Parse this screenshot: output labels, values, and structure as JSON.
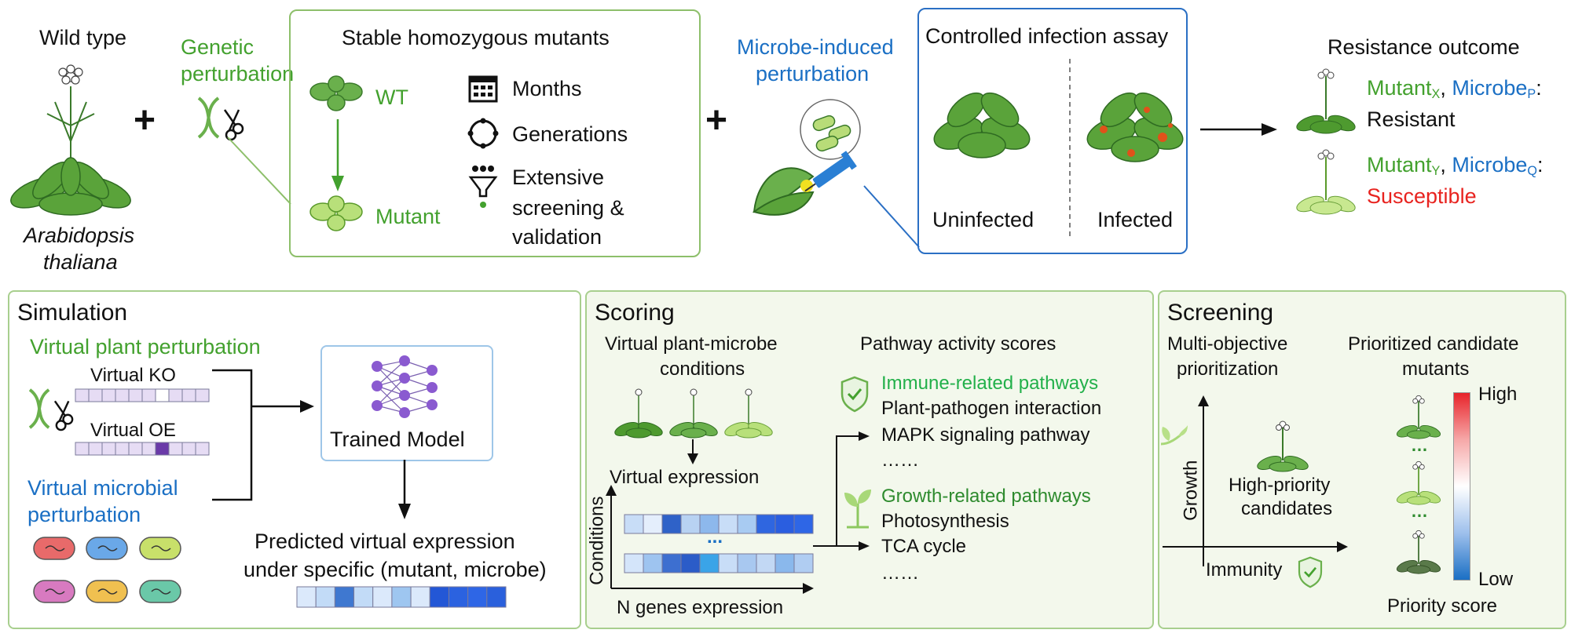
{
  "top": {
    "wild_type": "Wild type",
    "species_line1": "Arabidopsis",
    "species_line2": "thaliana",
    "plus": "+",
    "genetic_line1": "Genetic",
    "genetic_line2": "perturbation",
    "mutants_title": "Stable homozygous mutants",
    "wt_label": "WT",
    "mutant_label": "Mutant",
    "months": "Months",
    "generations": "Generations",
    "extensive_line1": "Extensive",
    "extensive_line2": "screening &",
    "extensive_line3": "validation",
    "microbe_line1": "Microbe-induced",
    "microbe_line2": "perturbation",
    "assay_title": "Controlled infection assay",
    "uninfected": "Uninfected",
    "infected": "Infected",
    "outcome_title": "Resistance outcome",
    "mutant_word": "Mutant",
    "microbe_word": "Microbe",
    "sub_x": "X",
    "sub_y": "Y",
    "sub_p": "P",
    "sub_q": "Q",
    "comma": ",",
    "colon": ":",
    "resistant": "Resistant",
    "susceptible": "Susceptible"
  },
  "simulation": {
    "title": "Simulation",
    "virtual_plant": "Virtual plant perturbation",
    "virtual_ko": "Virtual KO",
    "virtual_oe": "Virtual OE",
    "microbial_line1": "Virtual microbial",
    "microbial_line2": "perturbation",
    "trained_model": "Trained Model",
    "predicted_line1": "Predicted virtual expression",
    "predicted_line2": "under specific (mutant, microbe)"
  },
  "scoring": {
    "title": "Scoring",
    "conditions_line1": "Virtual plant-microbe",
    "conditions_line2": "conditions",
    "virtual_expression": "Virtual expression",
    "dots": "...",
    "y_axis": "Conditions",
    "x_axis": "N genes expression",
    "pathway_title": "Pathway activity scores",
    "immune_title": "Immune-related pathways",
    "immune_1": "Plant-pathogen interaction",
    "immune_2": "MAPK signaling pathway",
    "immune_more": "……",
    "growth_title": "Growth-related pathways",
    "growth_1": "Photosynthesis",
    "growth_2": "TCA cycle",
    "growth_more": "……"
  },
  "screening": {
    "title": "Screening",
    "multi_line1": "Multi-objective",
    "multi_line2": "prioritization",
    "y_axis": "Growth",
    "x_axis": "Immunity",
    "high_line1": "High-priority",
    "high_line2": "candidates",
    "prioritized_line1": "Prioritized candidate",
    "prioritized_line2": "mutants",
    "high": "High",
    "low": "Low",
    "dots": "…",
    "priority_score": "Priority score"
  },
  "colors": {
    "green_text": "#43a12e",
    "blue_text": "#1a6fc4",
    "red_text": "#e8231f",
    "panel_border": "#8dbf6a",
    "blue_border": "#2a6fc4"
  }
}
